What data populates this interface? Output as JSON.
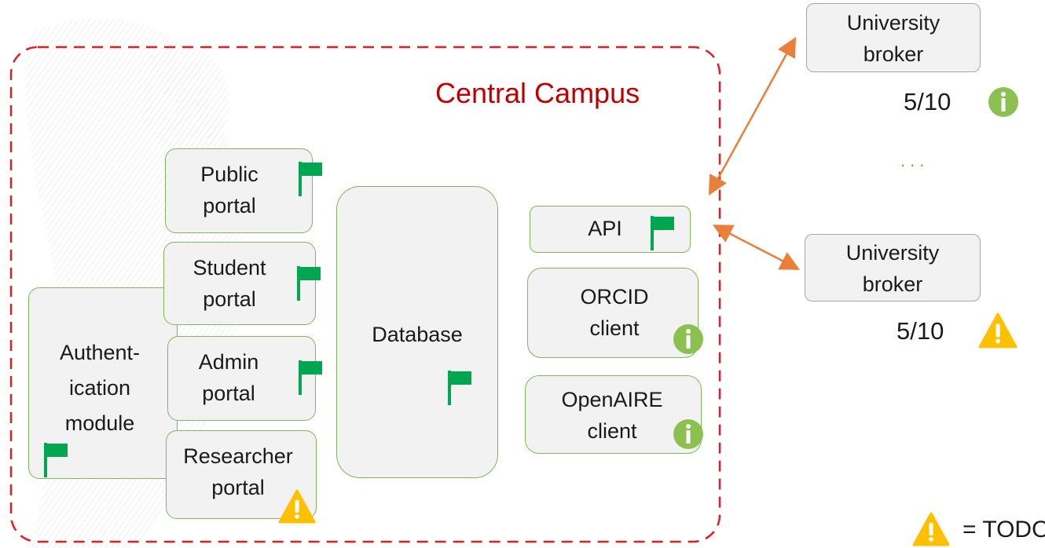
{
  "region_title": "Central Campus",
  "modules": {
    "public_portal": [
      "Public",
      "portal"
    ],
    "student_portal": [
      "Student",
      "portal"
    ],
    "admin_portal": [
      "Admin",
      "portal"
    ],
    "researcher_portal": [
      "Researcher",
      "portal"
    ],
    "auth_module": [
      "Authent-",
      "ication",
      "module"
    ],
    "database": "Database",
    "api": "API",
    "orcid_client": [
      "ORCID",
      "client"
    ],
    "openaire_client": [
      "OpenAIRE",
      "client"
    ]
  },
  "brokers": [
    {
      "label": [
        "University",
        "broker"
      ],
      "score": "5/10",
      "status_icon": "info-icon"
    },
    {
      "label": [
        "University",
        "broker"
      ],
      "score": "5/10",
      "status_icon": "warning-icon"
    }
  ],
  "ellipsis": "...",
  "legend": {
    "icon": "warning-icon",
    "text": "= TODO"
  },
  "colors": {
    "region_border": "#e02020",
    "region_title": "#c00000",
    "box_border": "#7fb75a",
    "flag": "#00a650",
    "info": "#8cc152",
    "warning": "#ffc000",
    "arrow": "#e8803a"
  }
}
